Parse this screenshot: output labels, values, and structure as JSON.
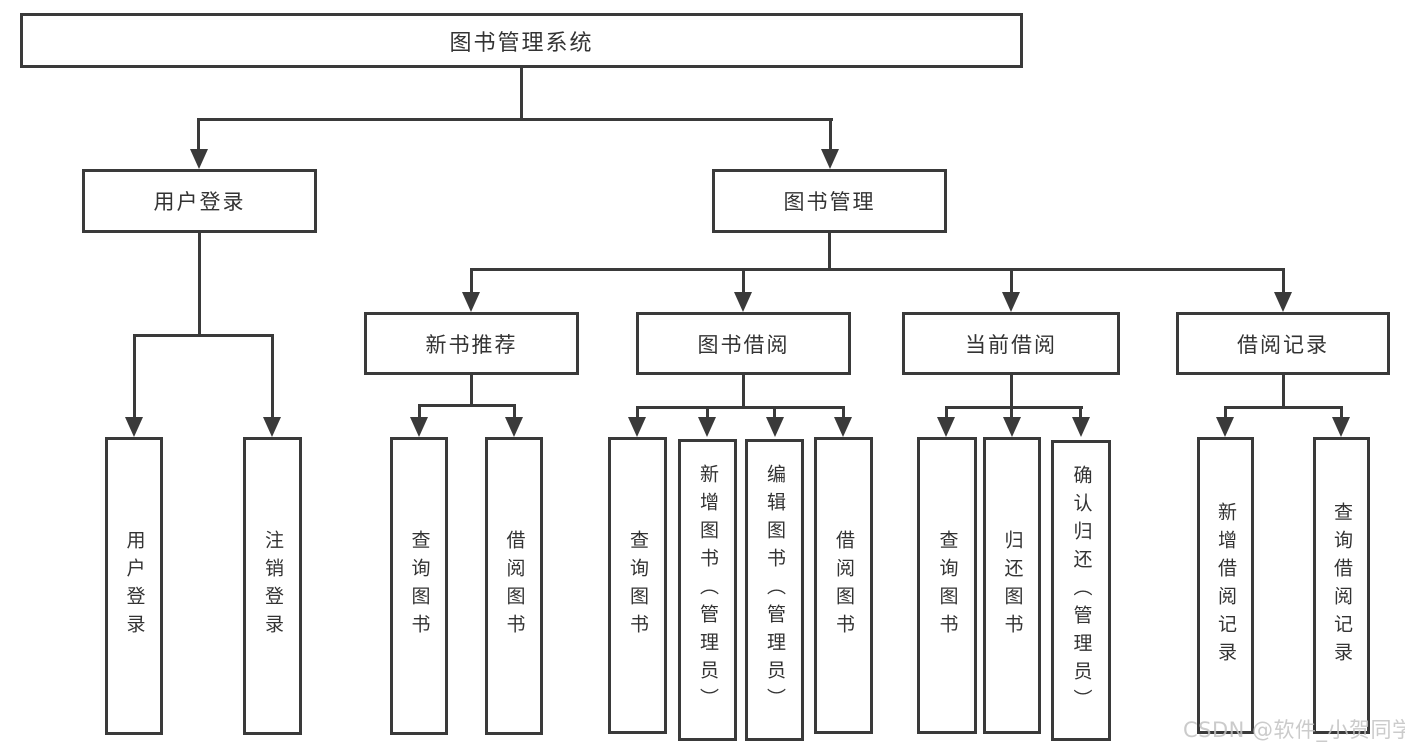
{
  "diagram_title": "图书管理系统",
  "colors": {
    "line": "#3a3a3a",
    "text": "#333333",
    "watermark": "#c3c3c3",
    "bg": "#ffffff"
  },
  "tree": {
    "root": {
      "label": "图书管理系统"
    },
    "children": [
      {
        "label": "用户登录",
        "children": [
          {
            "label": "用户登录"
          },
          {
            "label": "注销登录"
          }
        ]
      },
      {
        "label": "图书管理",
        "children": [
          {
            "label": "新书推荐",
            "children": [
              {
                "label": "查询图书"
              },
              {
                "label": "借阅图书"
              }
            ]
          },
          {
            "label": "图书借阅",
            "children": [
              {
                "label": "查询图书"
              },
              {
                "label": "新增图书（管理员）"
              },
              {
                "label": "编辑图书（管理员）"
              },
              {
                "label": "借阅图书"
              }
            ]
          },
          {
            "label": "当前借阅",
            "children": [
              {
                "label": "查询图书"
              },
              {
                "label": "归还图书"
              },
              {
                "label": "确认归还（管理员）"
              }
            ]
          },
          {
            "label": "借阅记录",
            "children": [
              {
                "label": "新增借阅记录"
              },
              {
                "label": "查询借阅记录"
              }
            ]
          }
        ]
      }
    ]
  },
  "watermark": {
    "text": "CSDN @软件_小贺同学"
  }
}
